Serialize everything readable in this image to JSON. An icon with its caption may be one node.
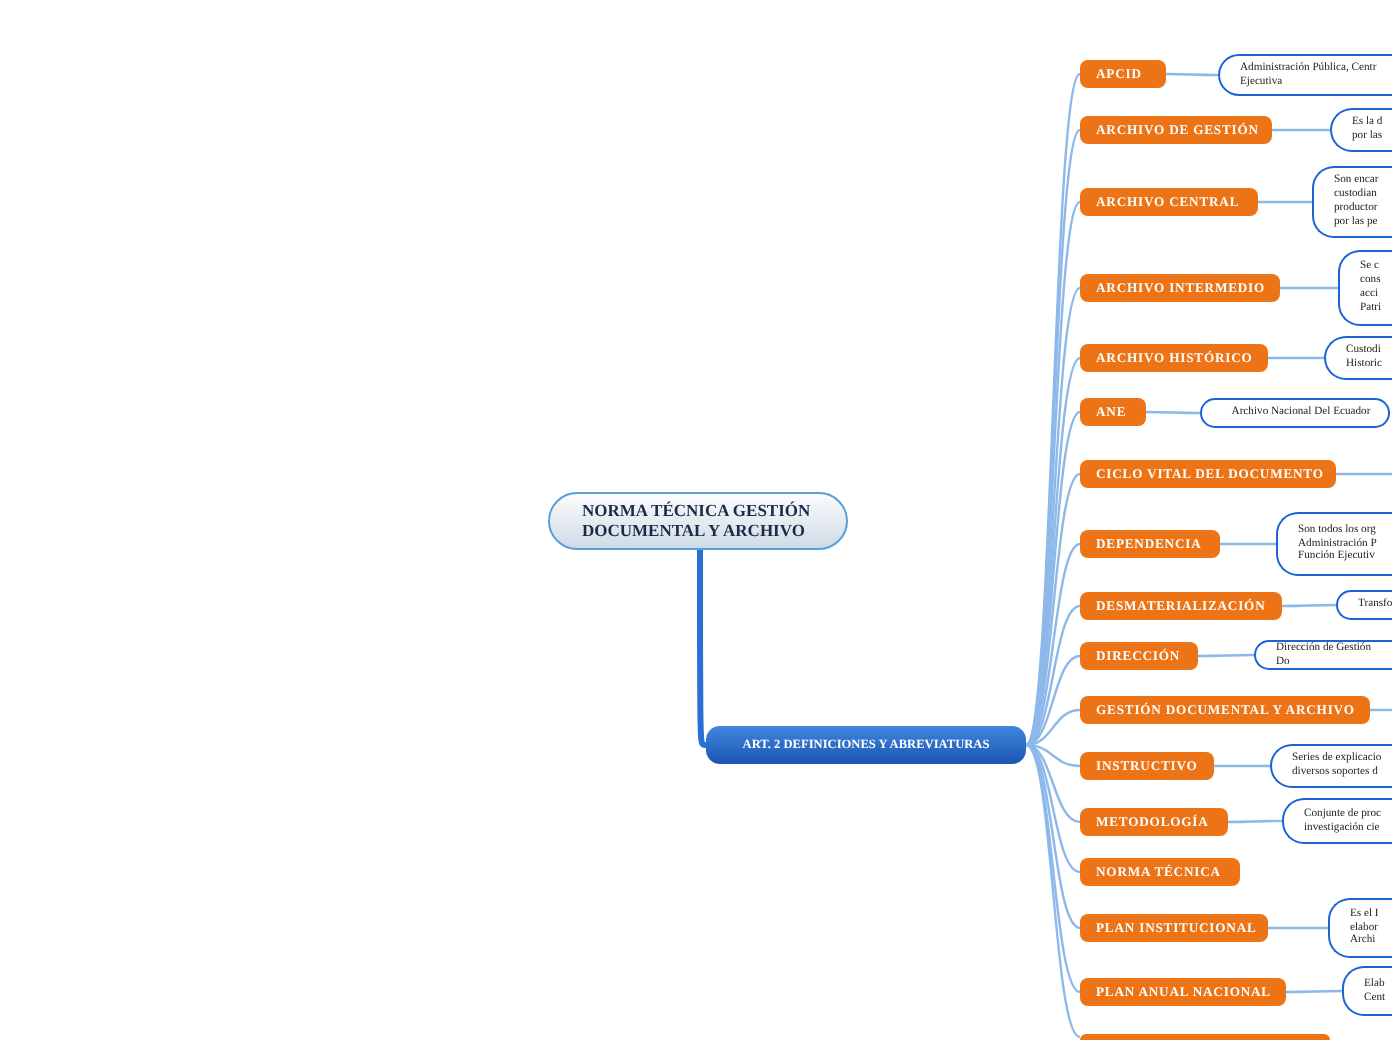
{
  "diagram": {
    "nodes": [
      {
        "text": [
          "NORMA TÉCNICA GESTIÓN DOCUMENTAL Y ARCHIVO"
        ]
      },
      {
        "text": [
          "ART. 2 DEFINICIONES Y ABREVIATURAS"
        ]
      },
      {
        "text": [
          "APCID"
        ]
      },
      {
        "text": [
          "Administración Pública, Centr Ejecutiva"
        ]
      },
      {
        "text": [
          "ARCHIVO DE GESTIÓN"
        ]
      },
      {
        "text": [
          "Es la d por las"
        ]
      },
      {
        "text": [
          "ARCHIVO CENTRAL"
        ]
      },
      {
        "text": [
          "Son encar custodian productor por las pe"
        ]
      },
      {
        "text": [
          "ARCHIVO INTERMEDIO"
        ]
      },
      {
        "text": [
          "Se c cons acci Patri"
        ]
      },
      {
        "text": [
          "ARCHIVO HISTÓRICO"
        ]
      },
      {
        "text": [
          "Custodi Historic"
        ]
      },
      {
        "text": [
          "ANE"
        ]
      },
      {
        "text": [
          "Archivo Nacional Del Ecuador"
        ]
      },
      {
        "text": [
          "CICLO VITAL DEL DOCUMENTO"
        ]
      },
      {
        "text": [
          "DEPENDENCIA"
        ]
      },
      {
        "text": [
          "Son todos los org Administración P Función Ejecutiv"
        ]
      },
      {
        "text": [
          "DESMATERIALIZACIÓN"
        ]
      },
      {
        "text": [
          "Transfo"
        ]
      },
      {
        "text": [
          "DIRECCIÓN"
        ]
      },
      {
        "text": [
          "Dirección de Gestión Do"
        ]
      },
      {
        "text": [
          "GESTIÓN DOCUMENTAL Y ARCHIVO"
        ]
      },
      {
        "text": [
          "INSTRUCTIVO"
        ]
      },
      {
        "text": [
          "Series de explicacio diversos soportes d"
        ]
      },
      {
        "text": [
          "METODOLOGÍA"
        ]
      },
      {
        "text": [
          "Conjunte de proc investigación cie"
        ]
      },
      {
        "text": [
          "NORMA TÉCNICA"
        ]
      },
      {
        "text": [
          "PLAN INSTITUCIONAL"
        ]
      },
      {
        "text": [
          "Es el I elabor Archi"
        ]
      },
      {
        "text": [
          "PLAN ANUAL NACIONAL"
        ]
      },
      {
        "text": [
          "Elab Cent"
        ]
      },
      {
        "text": [],
        "shape": "box"
      }
    ],
    "edges": [
      {
        "from": 0,
        "to": 1,
        "arrow": "none",
        "style": "thick",
        "color": "#2a6fd6"
      },
      {
        "from": 1,
        "to": 2,
        "arrow": "none"
      },
      {
        "from": 1,
        "to": 4,
        "arrow": "none"
      },
      {
        "from": 1,
        "to": 6,
        "arrow": "none"
      },
      {
        "from": 1,
        "to": 8,
        "arrow": "none"
      },
      {
        "from": 1,
        "to": 10,
        "arrow": "none"
      },
      {
        "from": 1,
        "to": 12,
        "arrow": "none"
      },
      {
        "from": 1,
        "to": 14,
        "arrow": "none"
      },
      {
        "from": 1,
        "to": 15,
        "arrow": "none"
      },
      {
        "from": 1,
        "to": 17,
        "arrow": "none"
      },
      {
        "from": 1,
        "to": 19,
        "arrow": "none"
      },
      {
        "from": 1,
        "to": 21,
        "arrow": "none"
      },
      {
        "from": 1,
        "to": 22,
        "arrow": "none"
      },
      {
        "from": 1,
        "to": 24,
        "arrow": "none"
      },
      {
        "from": 1,
        "to": 26,
        "arrow": "none"
      },
      {
        "from": 1,
        "to": 27,
        "arrow": "none"
      },
      {
        "from": 1,
        "to": 29,
        "arrow": "none"
      },
      {
        "from": 1,
        "to": 31,
        "arrow": "none"
      },
      {
        "from": 2,
        "to": 3,
        "arrow": "none"
      },
      {
        "from": 4,
        "to": 5,
        "arrow": "none"
      },
      {
        "from": 6,
        "to": 7,
        "arrow": "none"
      },
      {
        "from": 8,
        "to": 9,
        "arrow": "none"
      },
      {
        "from": 10,
        "to": 11,
        "arrow": "none"
      },
      {
        "from": 12,
        "to": 13,
        "arrow": "none"
      },
      {
        "from": 14,
        "to": null,
        "arrow": "none"
      },
      {
        "from": 15,
        "to": 16,
        "arrow": "none"
      },
      {
        "from": 17,
        "to": 18,
        "arrow": "none"
      },
      {
        "from": 19,
        "to": 20,
        "arrow": "none"
      },
      {
        "from": 21,
        "to": null,
        "arrow": "none"
      },
      {
        "from": 22,
        "to": 23,
        "arrow": "none"
      },
      {
        "from": 24,
        "to": 25,
        "arrow": "none"
      },
      {
        "from": 27,
        "to": 28,
        "arrow": "none"
      },
      {
        "from": 29,
        "to": 30,
        "arrow": "none"
      }
    ]
  }
}
